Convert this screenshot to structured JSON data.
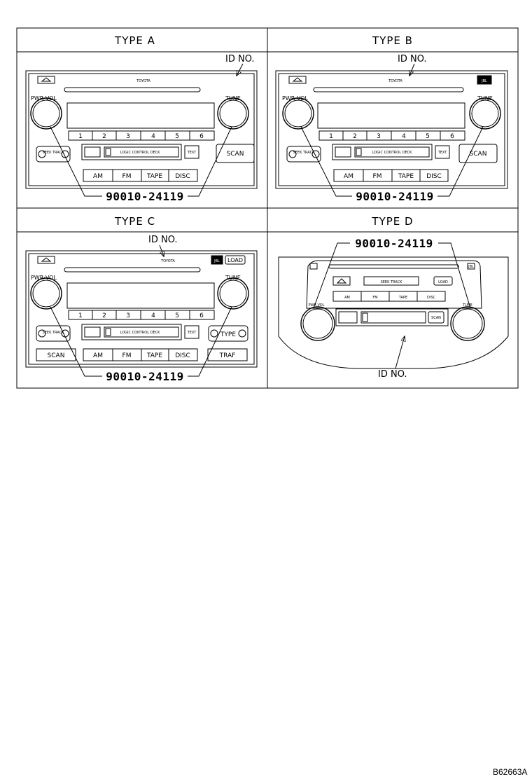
{
  "panels": {
    "a": {
      "title": "TYPE A",
      "id_label": "ID NO.",
      "part_number": "90010-24119",
      "brand": "TOYOTA",
      "knob_left": "PWR·VOL",
      "knob_right": "TUNE",
      "presets": [
        "1",
        "2",
        "3",
        "4",
        "5",
        "6"
      ],
      "seek": "SEEK TRACK",
      "deck": "LOGIC CONTROL DECK",
      "text_btn": "TEXT",
      "scan_btn": "SCAN",
      "bands": [
        "AM",
        "FM",
        "TAPE",
        "DISC"
      ]
    },
    "b": {
      "title": "TYPE B",
      "id_label": "ID NO.",
      "part_number": "90010-24119",
      "brand": "TOYOTA",
      "knob_left": "PWR·VOL",
      "knob_right": "TUNE",
      "presets": [
        "1",
        "2",
        "3",
        "4",
        "5",
        "6"
      ],
      "seek": "SEEK TRACK",
      "deck": "LOGIC CONTROL DECK",
      "text_btn": "TEXT",
      "scan_btn": "SCAN",
      "bands": [
        "AM",
        "FM",
        "TAPE",
        "DISC"
      ],
      "badge": "JBL"
    },
    "c": {
      "title": "TYPE C",
      "id_label": "ID NO.",
      "part_number": "90010-24119",
      "brand": "TOYOTA",
      "knob_left": "PWR·VOL",
      "knob_right": "TUNE",
      "presets": [
        "1",
        "2",
        "3",
        "4",
        "5",
        "6"
      ],
      "seek": "SEEK TRACK",
      "type_btn": "TYPE",
      "deck": "LOGIC CONTROL DECK",
      "text_btn": "TEXT",
      "bottom_buttons": [
        "SCAN",
        "AM",
        "FM",
        "TAPE",
        "DISC",
        "TRAF"
      ],
      "badge": "JBL",
      "load_btn": "LOAD"
    },
    "d": {
      "title": "TYPE D",
      "id_label": "ID NO.",
      "part_number": "90010-24119",
      "knob_left": "PWR·VOL",
      "knob_right": "TUNE",
      "seek": "SEEK TRACK",
      "load_btn": "LOAD",
      "bands": [
        "AM",
        "FM",
        "TAPE",
        "DISC"
      ],
      "scan_btn": "SCAN",
      "badge": "JBL"
    }
  },
  "figure_ref": "B62663A"
}
